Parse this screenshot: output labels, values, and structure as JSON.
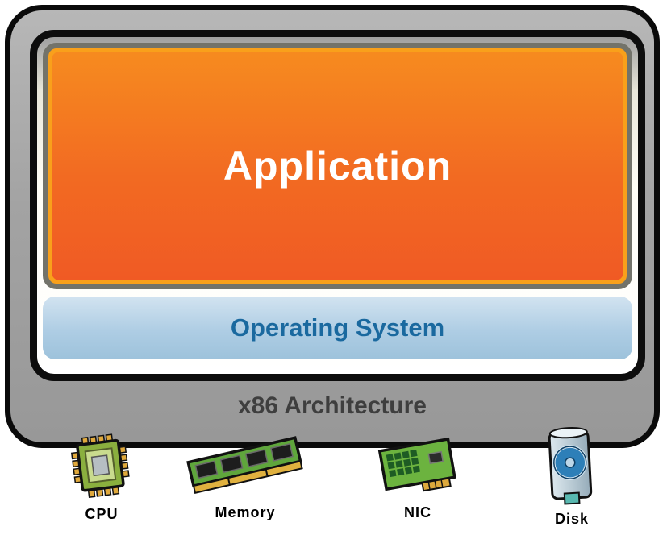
{
  "diagram": {
    "application_label": "Application",
    "os_label": "Operating System",
    "arch_label": "x86 Architecture",
    "hardware": [
      {
        "label": "CPU",
        "icon": "cpu-chip-icon"
      },
      {
        "label": "Memory",
        "icon": "memory-ram-icon"
      },
      {
        "label": "NIC",
        "icon": "nic-card-icon"
      },
      {
        "label": "Disk",
        "icon": "disk-drive-icon"
      }
    ],
    "colors": {
      "chassis_gray": "#A3A3A3",
      "frame_black": "#0D0D0D",
      "application_border_olive": "#73736A",
      "application_ring_amber": "#F9A01B",
      "application_fill_orange": "#F26A22",
      "application_text": "#FFFFFF",
      "os_fill_blue": "#AECDE4",
      "os_text_blue": "#1A699F",
      "arch_text_gray": "#3E3E3E",
      "hw_label_black": "#000000",
      "pcb_green": "#5FA63C",
      "gold_pins": "#E0B13F",
      "disk_platter_blue": "#2D7FB8"
    }
  }
}
